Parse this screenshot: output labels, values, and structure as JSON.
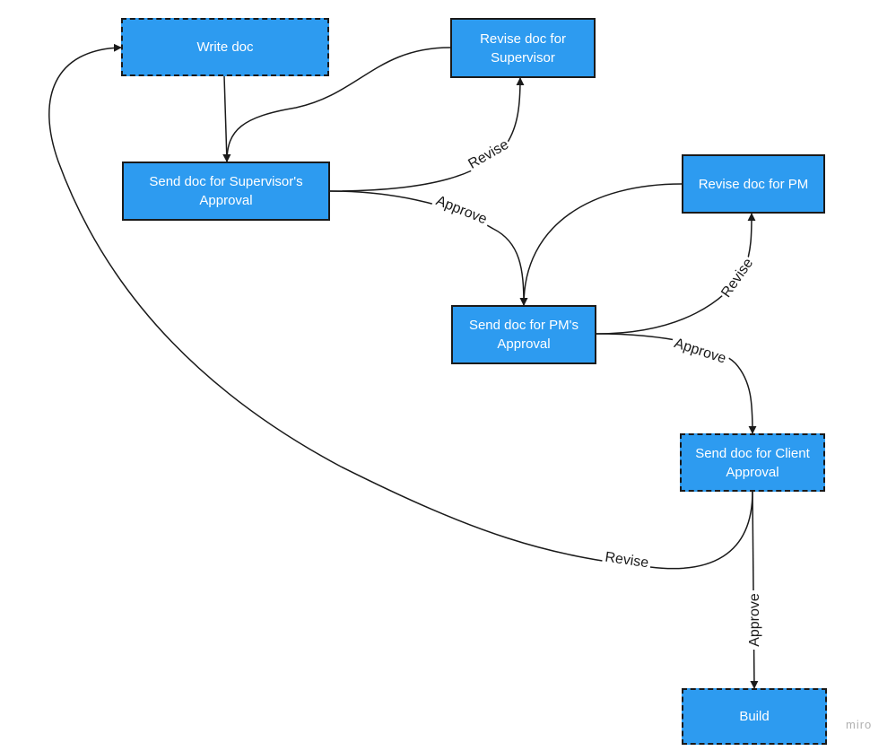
{
  "nodes": {
    "write": "Write doc",
    "revise_sup": "Revise doc for Supervisor",
    "send_sup": "Send doc for Supervisor's Approval",
    "revise_pm": "Revise doc for PM",
    "send_pm": "Send doc for PM's Approval",
    "send_client": "Send doc for Client Approval",
    "build": "Build"
  },
  "edges": {
    "revise_1": "Revise",
    "approve_1": "Approve",
    "revise_2": "Revise",
    "approve_2": "Approve",
    "revise_3": "Revise",
    "approve_3": "Approve"
  },
  "watermark": "miro",
  "colors": {
    "node_fill": "#2d9bf0",
    "stroke": "#1a1a1a",
    "text": "#ffffff"
  }
}
